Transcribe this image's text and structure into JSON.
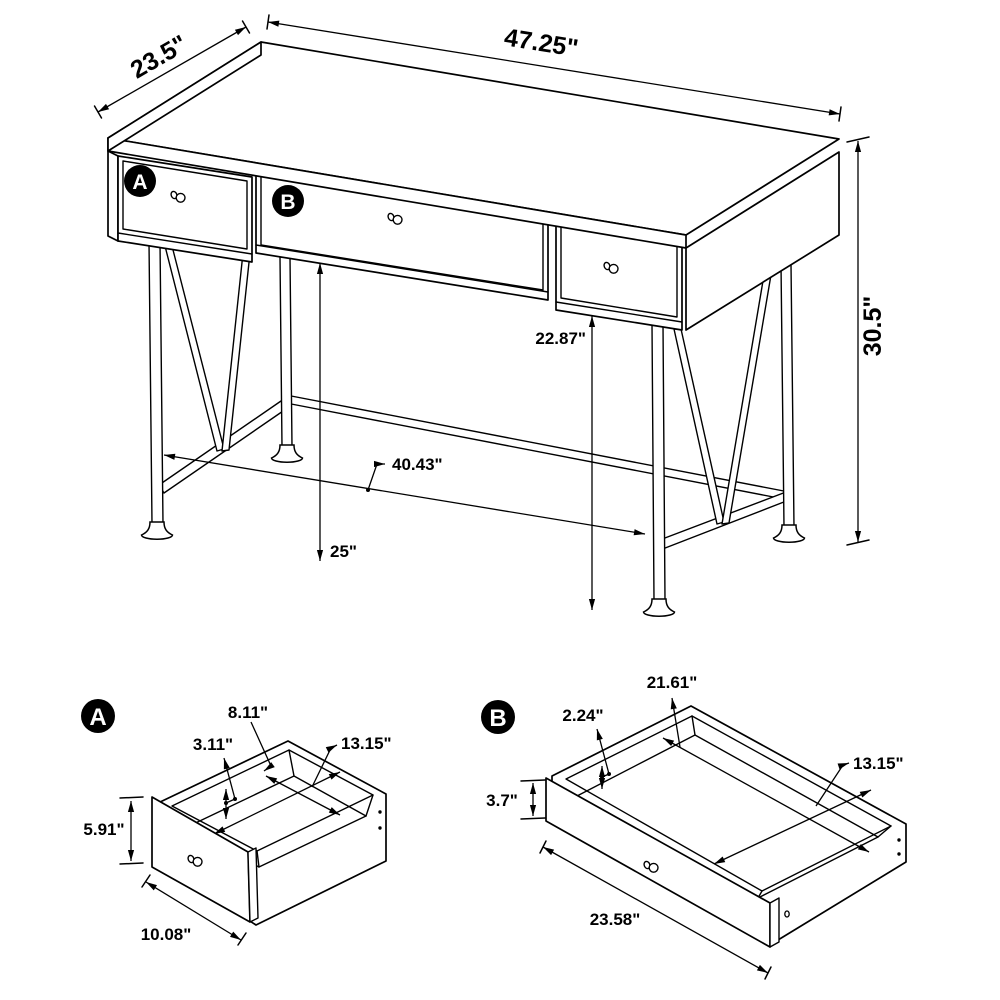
{
  "diagram": {
    "type": "furniture-dimension-line-drawing",
    "subject": "writing desk with three drawers, hairpin V-legs and drawer detail views",
    "colors": {
      "line": "#000000",
      "background": "#ffffff",
      "badge_bg": "#000000",
      "badge_text": "#ffffff"
    },
    "main": {
      "dim_width": "47.25\"",
      "dim_depth": "23.5\"",
      "dim_height": "30.5\"",
      "dim_clearance_right": "22.87\"",
      "dim_span": "40.43\"",
      "dim_clearance_center": "25\"",
      "badge_a": "A",
      "badge_b": "B"
    },
    "drawer_a": {
      "badge": "A",
      "dim_inner_width": "8.11\"",
      "dim_inner_height": "3.11\"",
      "dim_inner_depth": "13.15\"",
      "dim_front_height": "5.91\"",
      "dim_front_width": "10.08\""
    },
    "drawer_b": {
      "badge": "B",
      "dim_inner_width": "21.61\"",
      "dim_inner_height": "2.24\"",
      "dim_inner_depth": "13.15\"",
      "dim_front_height": "3.7\"",
      "dim_front_width": "23.58\""
    }
  }
}
